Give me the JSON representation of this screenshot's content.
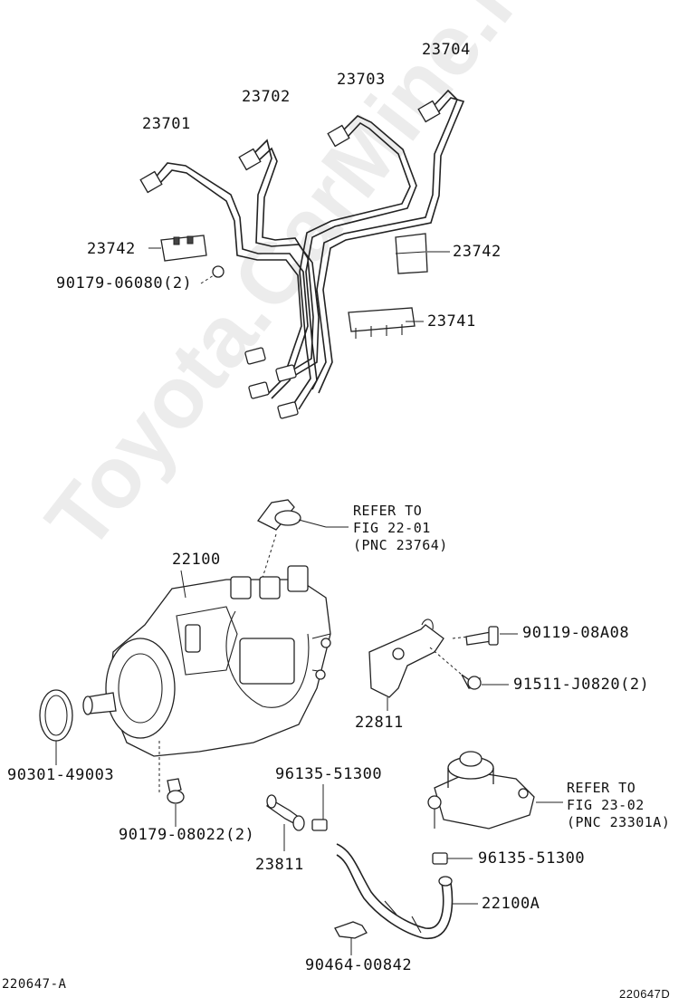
{
  "diagram": {
    "labels": {
      "p23701": "23701",
      "p23702": "23702",
      "p23703": "23703",
      "p23704": "23704",
      "p23742_left": "23742",
      "p23742_right": "23742",
      "p90179_06080": "90179-06080(2)",
      "p23741": "23741",
      "refer1_line1": "REFER TO",
      "refer1_line2": "FIG 22-01",
      "refer1_line3": "(PNC 23764)",
      "p22100": "22100",
      "p90119_08A08": "90119-08A08",
      "p91511_J0820": "91511-J0820(2)",
      "p22811": "22811",
      "p90301_49003": "90301-49003",
      "p96135_51300_top": "96135-51300",
      "refer2_line1": "REFER TO",
      "refer2_line2": "FIG 23-02",
      "refer2_line3": "(PNC 23301A)",
      "p90179_08022": "90179-08022(2)",
      "p23811": "23811",
      "p96135_51300_right": "96135-51300",
      "p22100A": "22100A",
      "p90464_00842": "90464-00842",
      "footer_left": "220647-A",
      "footer_right": "220647D"
    },
    "watermark": "Toyota.CarMine.ru"
  }
}
